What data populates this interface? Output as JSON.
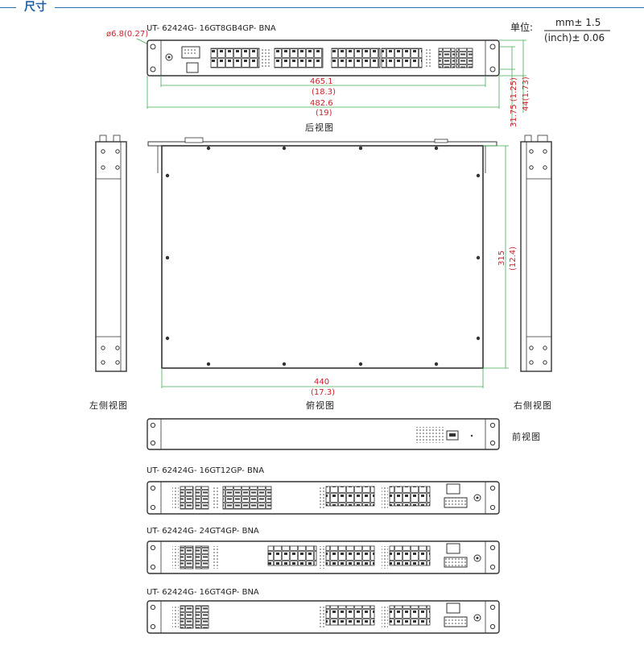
{
  "section_title": "尺寸",
  "units": {
    "label": "单位:",
    "mm": "mm± 1.5",
    "inch": "(inch)± 0.06"
  },
  "models": {
    "rear_model": "UT- 62424G- 16GT8GB4GP- BNA",
    "model_2": "UT- 62424G- 16GT12GP- BNA",
    "model_3": "UT- 62424G- 24GT4GP- BNA",
    "model_4": "UT- 62424G- 16GT4GP- BNA"
  },
  "views": {
    "rear": "后视图",
    "top": "俯视图",
    "left": "左侧视图",
    "right": "右侧视图",
    "front": "前视图"
  },
  "dimensions": {
    "hole": "ø6.8(0.27)",
    "inner_width_mm": "465.1",
    "inner_width_in": "(18.3)",
    "outer_width_mm": "482.6",
    "outer_width_in": "(19)",
    "height_1": "31.75 (1.25)",
    "height_2": "44(1.73)",
    "depth_mm": "315",
    "depth_in": "(12.4)",
    "body_width_mm": "440",
    "body_width_in": "(17.3)"
  },
  "colors": {
    "dimension": "#d0202c",
    "dimension_line": "#3fae55",
    "accent": "#1f5fa8"
  }
}
